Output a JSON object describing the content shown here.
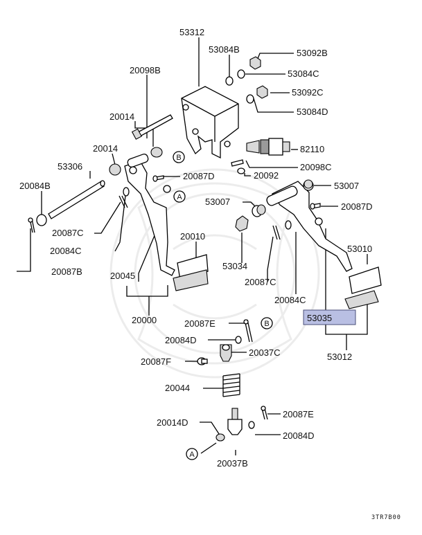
{
  "labels": {
    "l53312": "53312",
    "l53084B": "53084B",
    "l53092B": "53092B",
    "l20098B": "20098B",
    "l53084C": "53084C",
    "l53092C": "53092C",
    "l53084D": "53084D",
    "l20014a": "20014",
    "l82110": "82110",
    "l20014b": "20014",
    "l53306": "53306",
    "l20098C": "20098C",
    "l20092": "20092",
    "l20087D1": "20087D",
    "l20084B": "20084B",
    "l53007a": "53007",
    "l53007b": "53007",
    "l20087D2": "20087D",
    "l20087C1": "20087C",
    "l20010": "20010",
    "l53010": "53010",
    "l20084C1": "20084C",
    "l20087B": "20087B",
    "l53034": "53034",
    "l20045": "20045",
    "l20087C2": "20087C",
    "l20084C2": "20084C",
    "l53035": "53035",
    "l20000": "20000",
    "l20087E1": "20087E",
    "l20084D1": "20084D",
    "l53012": "53012",
    "l20037C": "20037C",
    "l20087F": "20087F",
    "l20044": "20044",
    "l20087E2": "20087E",
    "l20014D": "20014D",
    "l20084D2": "20084D",
    "l20037B": "20037B"
  },
  "callouts": {
    "a1": "A",
    "a2": "A",
    "b1": "B",
    "b2": "B"
  },
  "diagram_code": "3TR7B00",
  "highlight": {
    "part": "53035",
    "color": "#b9bfe3"
  }
}
